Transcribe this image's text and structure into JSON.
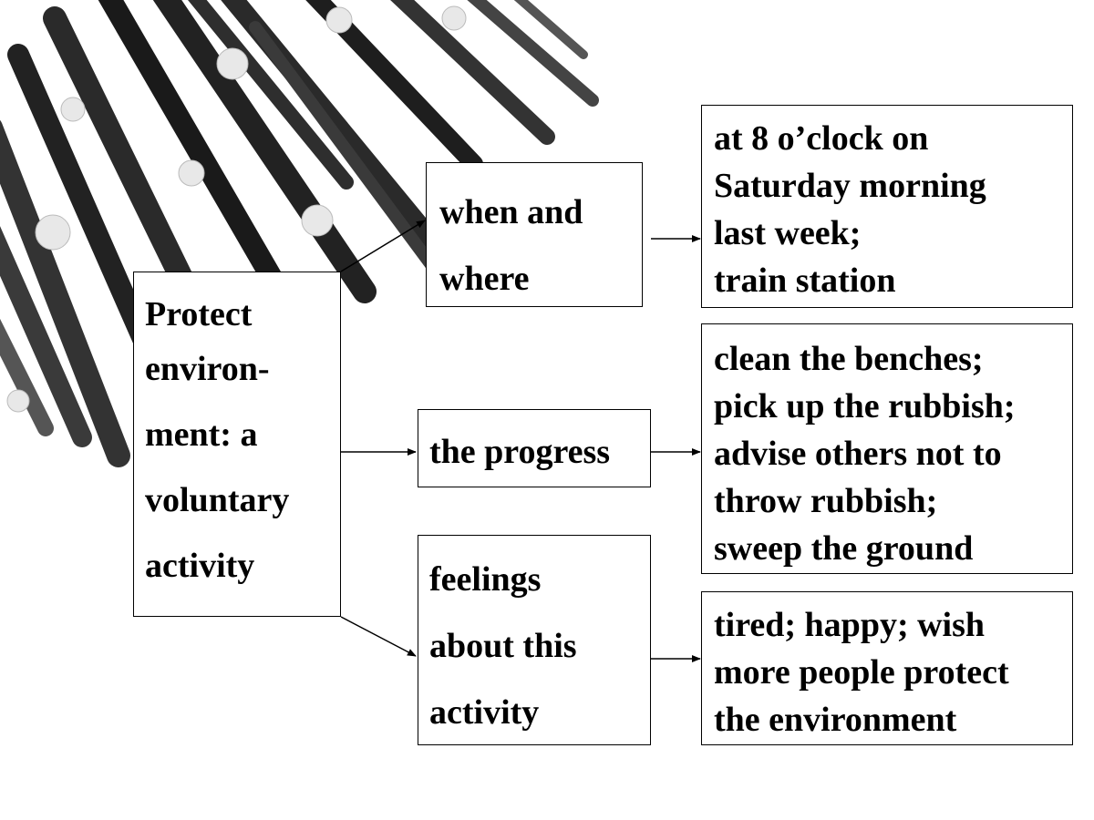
{
  "diagram": {
    "root": {
      "lines": [
        "Protect",
        "environ-",
        "ment:  a",
        "voluntary",
        "activity"
      ]
    },
    "branches": [
      {
        "label_lines": [
          "when and",
          "where"
        ]
      },
      {
        "label_lines": [
          "the progress"
        ]
      },
      {
        "label_lines": [
          "feelings",
          "about this",
          "activity"
        ]
      }
    ],
    "details": [
      {
        "lines": [
          "at 8 o’clock on",
          "Saturday morning",
          "last week;",
          "train station"
        ]
      },
      {
        "lines": [
          "clean the benches;",
          "pick up the rubbish;",
          "advise others not to",
          "throw rubbish;",
          "sweep the ground"
        ]
      },
      {
        "lines": [
          "tired; happy; wish",
          "more people protect",
          "the environment"
        ]
      }
    ]
  },
  "colors": {
    "text": "#000000",
    "border": "#000000",
    "background": "#ffffff",
    "decor_sticks": "#1a1a1a"
  }
}
